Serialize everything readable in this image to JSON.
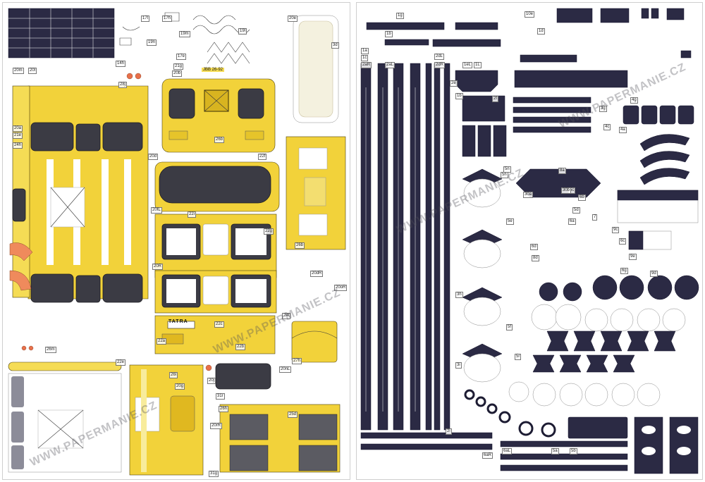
{
  "watermark": {
    "text": "WWW.PAPERMANIE.CZ"
  },
  "left_sheet": {
    "brand_plate": "TATRA",
    "reg_plate": "JBB 26-92",
    "part_labels": [
      "14h",
      "17l",
      "17h",
      "19n",
      "19m",
      "19l",
      "17e",
      "21g",
      "20e",
      "3d",
      "20m",
      "20l",
      "20b",
      "28j",
      "20a",
      "21e",
      "24h",
      "26b",
      "22f",
      "20d",
      "20fL",
      "22i",
      "22g",
      "20R",
      "26b",
      "20dR",
      "22a",
      "22c",
      "22b",
      "22e",
      "26m",
      "26l",
      "20g",
      "20j",
      "31r",
      "26h",
      "20rR",
      "31g",
      "20nL",
      "24f",
      "25d",
      "27h",
      "20oR"
    ]
  },
  "right_sheet": {
    "part_labels": [
      "1g",
      "1b",
      "1a",
      "10e",
      "1d",
      "1c",
      "2aR",
      "2aL",
      "2dL",
      "2dR",
      "1eL",
      "1L",
      "1b",
      "2e",
      "2f",
      "4g",
      "4a",
      "4c",
      "3g",
      "5c",
      "5d",
      "3h",
      "3i",
      "5h",
      "5e",
      "6a",
      "6b",
      "7",
      "8a",
      "9c",
      "9e",
      "9d",
      "6d",
      "6g",
      "6c",
      "5n",
      "5f",
      "5r",
      "2i",
      "6aL",
      "6aR",
      "30a",
      "30b",
      "5a",
      "5b",
      "8d"
    ]
  }
}
